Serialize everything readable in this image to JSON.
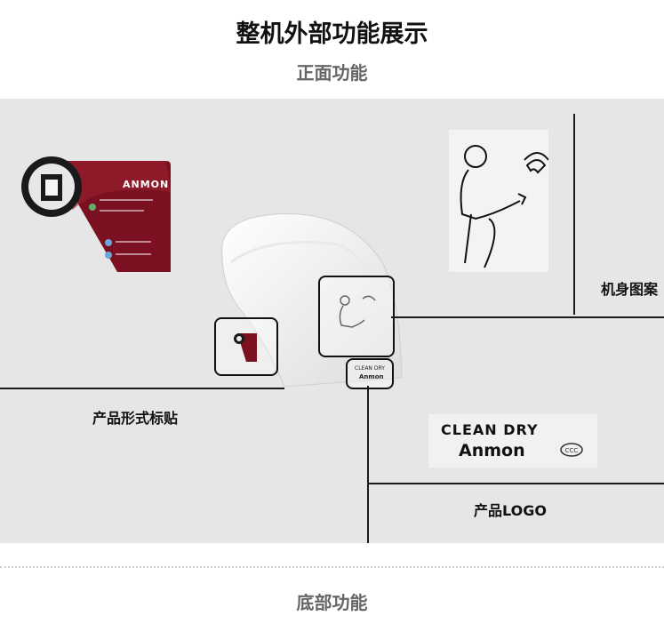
{
  "header": {
    "title": "整机外部功能展示",
    "subtitle": "正面功能"
  },
  "callouts": {
    "body_pattern_label": "机身图案",
    "sticker_label": "产品形式标贴",
    "logo_label": "产品LOGO"
  },
  "sticker": {
    "brand": "ANMON"
  },
  "logo": {
    "line1": "CLEAN DRY",
    "line2": "Anmon"
  },
  "footer": {
    "section_title": "底部功能"
  }
}
